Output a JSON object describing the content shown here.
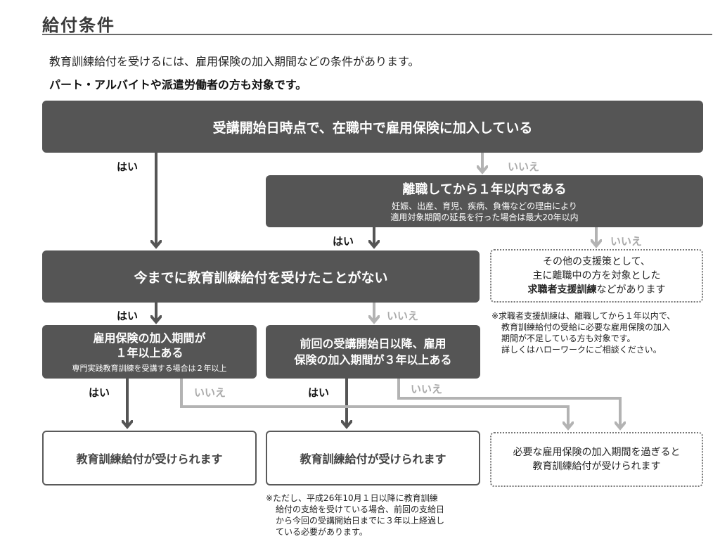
{
  "heading": "給付条件",
  "intro": {
    "line1": "教育訓練給付を受けるには、雇用保険の加入期間などの条件があります。",
    "line2": "パート・アルバイトや派遣労働者の方も対象です。"
  },
  "flow": {
    "q1": "受講開始日時点で、在職中で雇用保険に加入している",
    "q2": {
      "main": "離職してから１年以内である",
      "sub1": "妊娠、出産、育児、疾病、負傷などの理由により",
      "sub2": "適用対象期間の延長を行った場合は最大20年以内"
    },
    "q3": "今までに教育訓練給付を受けたことがない",
    "q4": {
      "line1": "雇用保険の加入期間が",
      "line2": "１年以上ある",
      "sub": "専門実践教育訓練を受講する場合は２年以上"
    },
    "q5": {
      "line1": "前回の受講開始日以降、雇用",
      "line2": "保険の加入期間が３年以上ある"
    },
    "result1": "教育訓練給付が受けられます",
    "result2": "教育訓練給付が受けられます",
    "alt_support": {
      "line1": "その他の支援策として、",
      "line2": "主に離職中の方を対象とした",
      "line3_bold": "求職者支援訓練",
      "line3_rest": "などがあります"
    },
    "alt_wait": {
      "line1": "必要な雇用保険の加入期間を過ぎると",
      "line2": "教育訓練給付が受けられます"
    }
  },
  "labels": {
    "yes": "はい",
    "no": "いいえ"
  },
  "notes": {
    "right": [
      "※求職者支援訓練は、離職してから１年以内で、",
      "教育訓練給付の受給に必要な雇用保険の加入",
      "期間が不足している方も対象です。",
      "詳しくはハローワークにご相談ください。"
    ],
    "bottom": [
      "※ただし、平成26年10月１日以降に教育訓練",
      "給付の支給を受けている場合、前回の支給日",
      "から今回の受講開始日までに３年以上経過し",
      "ている必要があります。"
    ]
  },
  "colors": {
    "dark_box": "#555555",
    "yes_arrow": "#555555",
    "no_arrow": "#b3b3b3"
  }
}
